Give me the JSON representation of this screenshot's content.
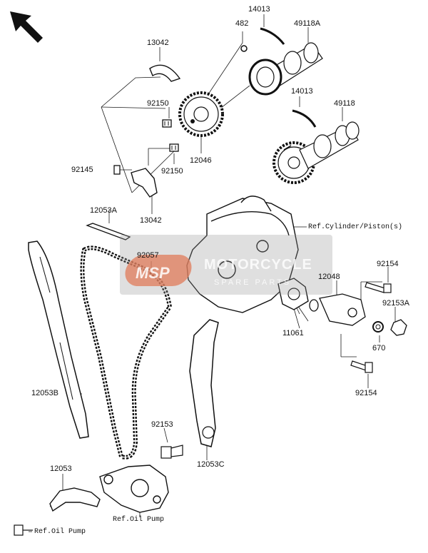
{
  "labels": {
    "p14013_top": "14013",
    "p482": "482",
    "p49118A": "49118A",
    "p13042_top": "13042",
    "p92150_a": "92150",
    "p14013_mid": "14013",
    "p49118": "49118",
    "p92145": "92145",
    "p92150_b": "92150",
    "p12046": "12046",
    "p13042_bot": "13042",
    "p12053A": "12053A",
    "p92057": "92057",
    "ref_cylinder": "Ref.Cylinder/Piston(s)",
    "p92154_top": "92154",
    "p12048": "12048",
    "p92153A": "92153A",
    "p11061": "11061",
    "p670": "670",
    "p12053B": "12053B",
    "p92154_bot": "92154",
    "p92153": "92153",
    "p12053C": "12053C",
    "p12053": "12053",
    "ref_oil_pump_1": "Ref.Oil Pump",
    "ref_oil_pump_2": "Ref.Oil Pump"
  },
  "watermark": {
    "logo": "MSP",
    "line1": "MOTORCYCLE",
    "line2": "SPARE PARTS"
  },
  "colors": {
    "line": "#1a1a1a",
    "watermark_logo": "#e07b5a"
  },
  "icons": {
    "orientation": "arrow-up-left-icon"
  }
}
